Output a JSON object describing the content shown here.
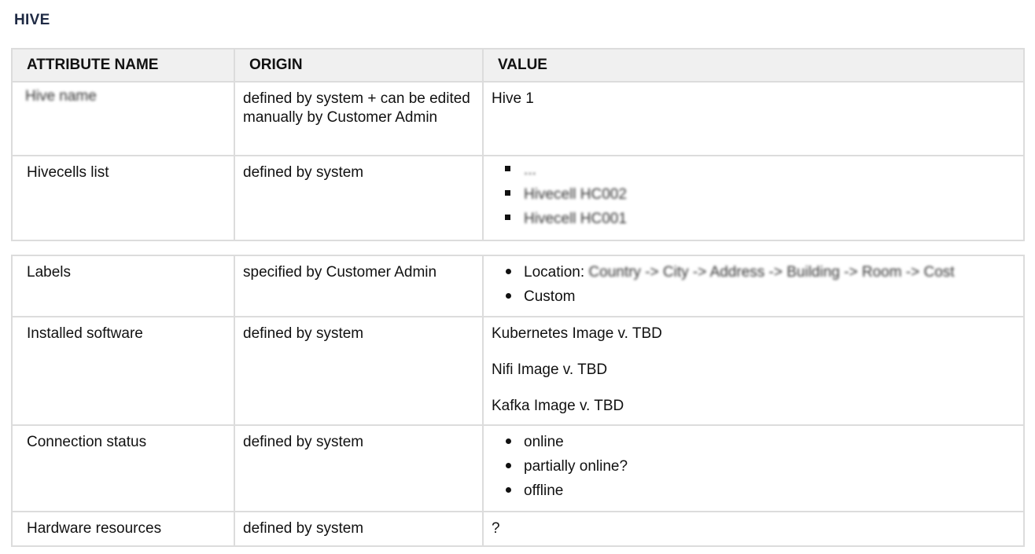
{
  "page_title": "HIVE",
  "headers": {
    "attribute_name": "ATTRIBUTE NAME",
    "origin": "ORIGIN",
    "value": "VALUE"
  },
  "rows": {
    "hive_name": {
      "name": "Hive name",
      "origin": "defined by system + can be edited manually by Customer Admin",
      "value": "Hive 1"
    },
    "hivecells": {
      "name": "Hivecells list",
      "origin": "defined by system",
      "items": [
        "...",
        "Hivecell HC002",
        "Hivecell HC001"
      ]
    },
    "labels": {
      "name": "Labels",
      "origin": "specified by Customer Admin",
      "location_prefix": "Location:",
      "location_path": "Country -> City -> Address -> Building -> Room -> Cost",
      "custom": "Custom"
    },
    "software": {
      "name": "Installed software",
      "origin": "defined by system",
      "values": [
        "Kubernetes Image v. TBD",
        "Nifi Image v. TBD",
        "Kafka Image v. TBD"
      ]
    },
    "connection": {
      "name": "Connection status",
      "origin": "defined by system",
      "items": [
        "online",
        "partially online?",
        "offline"
      ]
    },
    "hardware": {
      "name": "Hardware resources",
      "origin": "defined by system",
      "value": "?"
    }
  }
}
